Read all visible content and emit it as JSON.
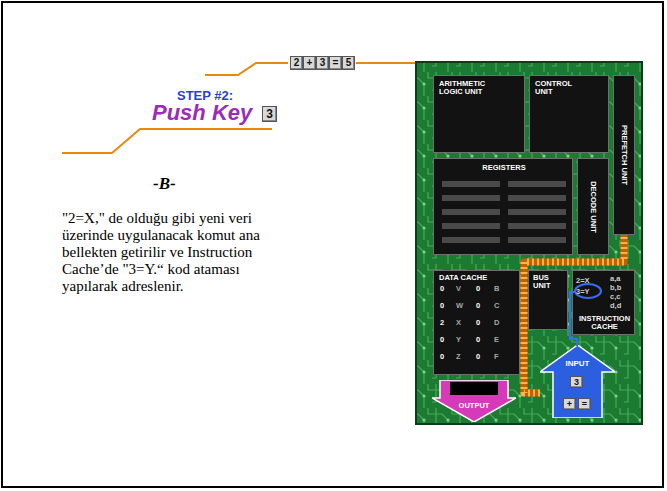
{
  "diagram": {
    "nodes": [
      {
        "text": [
          "ARITHMETIC LOGIC UNIT"
        ]
      },
      {
        "text": [
          "CONTROL UNIT"
        ]
      },
      {
        "text": [
          "PREFETCH UNIT"
        ]
      },
      {
        "text": [
          "REGISTERS"
        ]
      },
      {
        "text": [
          "DECODE UNIT"
        ]
      },
      {
        "text": [
          "DATA CACHE"
        ]
      },
      {
        "text": [
          "BUS UNIT"
        ]
      },
      {
        "text": [
          "INSTRUCTION CACHE"
        ]
      },
      {
        "text": [
          "OUTPUT"
        ]
      },
      {
        "text": [
          "INPUT"
        ]
      }
    ],
    "edges": [
      {
        "from": 9,
        "to": 2,
        "arrow": "none"
      }
    ],
    "labels": [
      "2",
      "+",
      "3",
      "=",
      "5",
      "STEP #2:",
      "Push Key",
      "3",
      "-B-",
      "\"2=X,\" de olduğu gibi yeni veri üzerinde uygulanacak komut ana bellekten getirilir ve Instruction Cache’de \"3=Y.“ kod ataması yapılarak adreslenir.",
      "0",
      "V",
      "0",
      "B",
      "0",
      "W",
      "0",
      "C",
      "2",
      "X",
      "0",
      "D",
      "0",
      "Y",
      "0",
      "E",
      "0",
      "Z",
      "0",
      "F",
      "2=X",
      "3=Y",
      "a,a",
      "b,b",
      "c,c",
      "d,d",
      "3",
      "+",
      "="
    ]
  }
}
